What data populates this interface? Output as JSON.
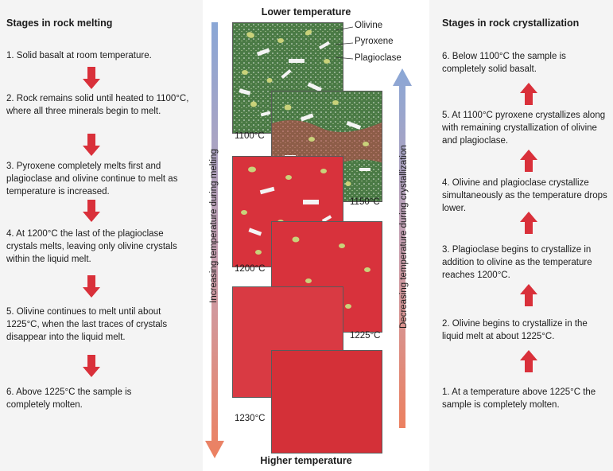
{
  "left": {
    "heading": "Stages in rock melting",
    "steps": [
      "1. Solid basalt at room temperature.",
      "2. Rock remains solid until heated to 1100°C, where all three minerals begin to melt.",
      "3. Pyroxene completely melts first and plagioclase and olivine continue to melt as temperature is increased.",
      "4. At 1200°C the last of the plagioclase crystals melts, leaving only olivine crystals within the liquid melt.",
      "5. Olivine continues to melt until about 1225°C, when the last traces of crystals disappear into the liquid melt.",
      "6. Above 1225°C the sample is completely molten."
    ]
  },
  "right": {
    "heading": "Stages in rock crystallization",
    "steps": [
      "6. Below 1100°C the sample is completely solid basalt.",
      "5. At 1100°C pyroxene crystallizes along with remaining crystallization of olivine and plagioclase.",
      "4. Olivine and plagioclase crystallize simultaneously as the temperature drops lower.",
      "3. Plagioclase begins to crystallize in addition to olivine as the temperature reaches 1200°C.",
      "2. Olivine begins to crystallize in the liquid melt at about 1225°C.",
      "1. At a temperature above 1225°C the sample is completely molten."
    ]
  },
  "center": {
    "top_label": "Lower temperature",
    "bottom_label": "Higher temperature",
    "left_axis": "Increasing temperature during melting",
    "right_axis": "Decreasing temperature during crystallization",
    "minerals": [
      "Olivine",
      "Pyroxene",
      "Plagioclase"
    ],
    "temps": [
      "1100°C",
      "1150°C",
      "1200°C",
      "1225°C",
      "1230°C"
    ]
  },
  "colors": {
    "solid_rock": "#4a7a45",
    "molten_rock": "#d8323c",
    "olivine": "#c9d27a",
    "plagioclase": "#f4f4f4",
    "step_arrow": "#d9303a",
    "melting_axis_top": "#8aa7d6",
    "melting_axis_bottom": "#ec8060"
  }
}
